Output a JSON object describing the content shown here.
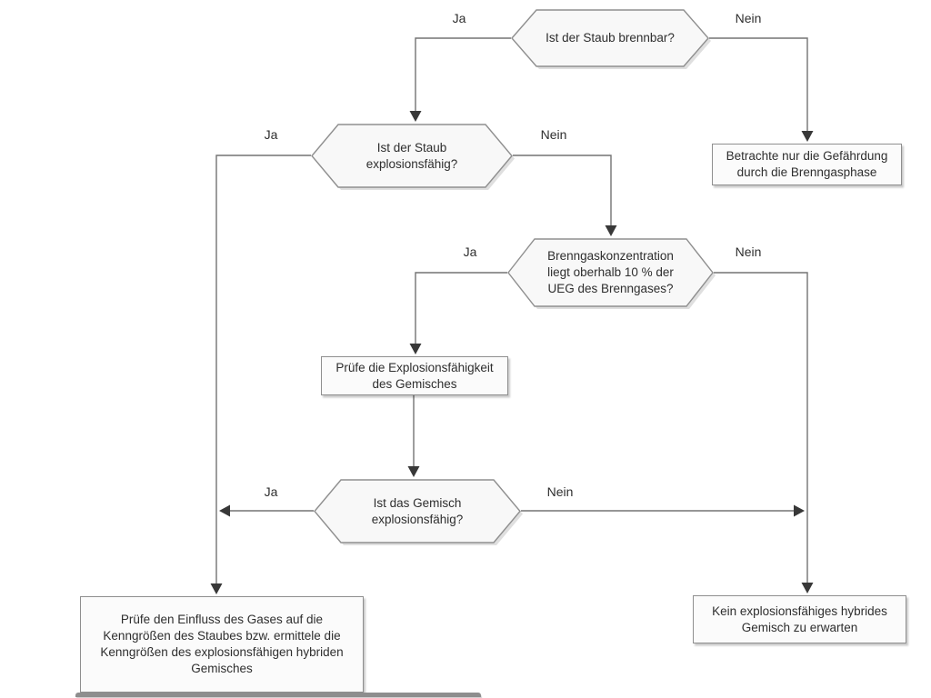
{
  "diagram": {
    "type": "flowchart",
    "language": "de",
    "nodes": [
      {
        "id": "ist-der-staub-brennbar",
        "type": "decision",
        "label": "Ist der Staub brennbar?"
      },
      {
        "id": "betrachte-brenngasphase",
        "type": "process",
        "label": "Betrachte nur die Gefährdung durch die Brenngasphase"
      },
      {
        "id": "ist-der-staub-explosionsfaehig",
        "type": "decision",
        "label": "Ist der Staub explosionsfähig?"
      },
      {
        "id": "brenngaskonzentration-ueg",
        "type": "decision",
        "label": "Brenngaskonzentration liegt oberhalb 10 % der UEG des Brenngases?"
      },
      {
        "id": "pruefe-explosionsfaehigkeit-gemisch",
        "type": "process",
        "label": "Prüfe die Explosionsfähigkeit des Gemisches"
      },
      {
        "id": "ist-das-gemisch-explosionsfaehig",
        "type": "decision",
        "label": "Ist das Gemisch explosionsfähig?"
      },
      {
        "id": "pruefe-einfluss-gas",
        "type": "process",
        "label": "Prüfe den Einfluss des Gases auf die Kenngrößen des Staubes bzw. ermittele die Kenngrößen des explosionsfähigen hybriden Gemisches"
      },
      {
        "id": "kein-hybrides-gemisch",
        "type": "process",
        "label": "Kein explosionsfähiges hybrides Gemisch zu erwarten"
      }
    ],
    "edges": [
      {
        "from": "ist-der-staub-brennbar",
        "to": "ist-der-staub-explosionsfaehig",
        "label": "Ja"
      },
      {
        "from": "ist-der-staub-brennbar",
        "to": "betrachte-brenngasphase",
        "label": "Nein"
      },
      {
        "from": "ist-der-staub-explosionsfaehig",
        "to": "pruefe-einfluss-gas",
        "label": "Ja"
      },
      {
        "from": "ist-der-staub-explosionsfaehig",
        "to": "brenngaskonzentration-ueg",
        "label": "Nein"
      },
      {
        "from": "brenngaskonzentration-ueg",
        "to": "pruefe-explosionsfaehigkeit-gemisch",
        "label": "Ja"
      },
      {
        "from": "brenngaskonzentration-ueg",
        "to": "kein-hybrides-gemisch",
        "label": "Nein"
      },
      {
        "from": "pruefe-explosionsfaehigkeit-gemisch",
        "to": "ist-das-gemisch-explosionsfaehig",
        "label": ""
      },
      {
        "from": "ist-das-gemisch-explosionsfaehig",
        "to": "pruefe-einfluss-gas",
        "label": "Ja"
      },
      {
        "from": "ist-das-gemisch-explosionsfaehig",
        "to": "kein-hybrides-gemisch",
        "label": "Nein"
      }
    ]
  },
  "colors": {
    "background": "#ffffff",
    "shape_fill": "#f8f8f8",
    "shape_border": "#8f8f8f",
    "connector": "#737373",
    "arrowhead": "#383838",
    "text": "#2e2e2e",
    "cropped_bar": "#8e8e8e"
  }
}
